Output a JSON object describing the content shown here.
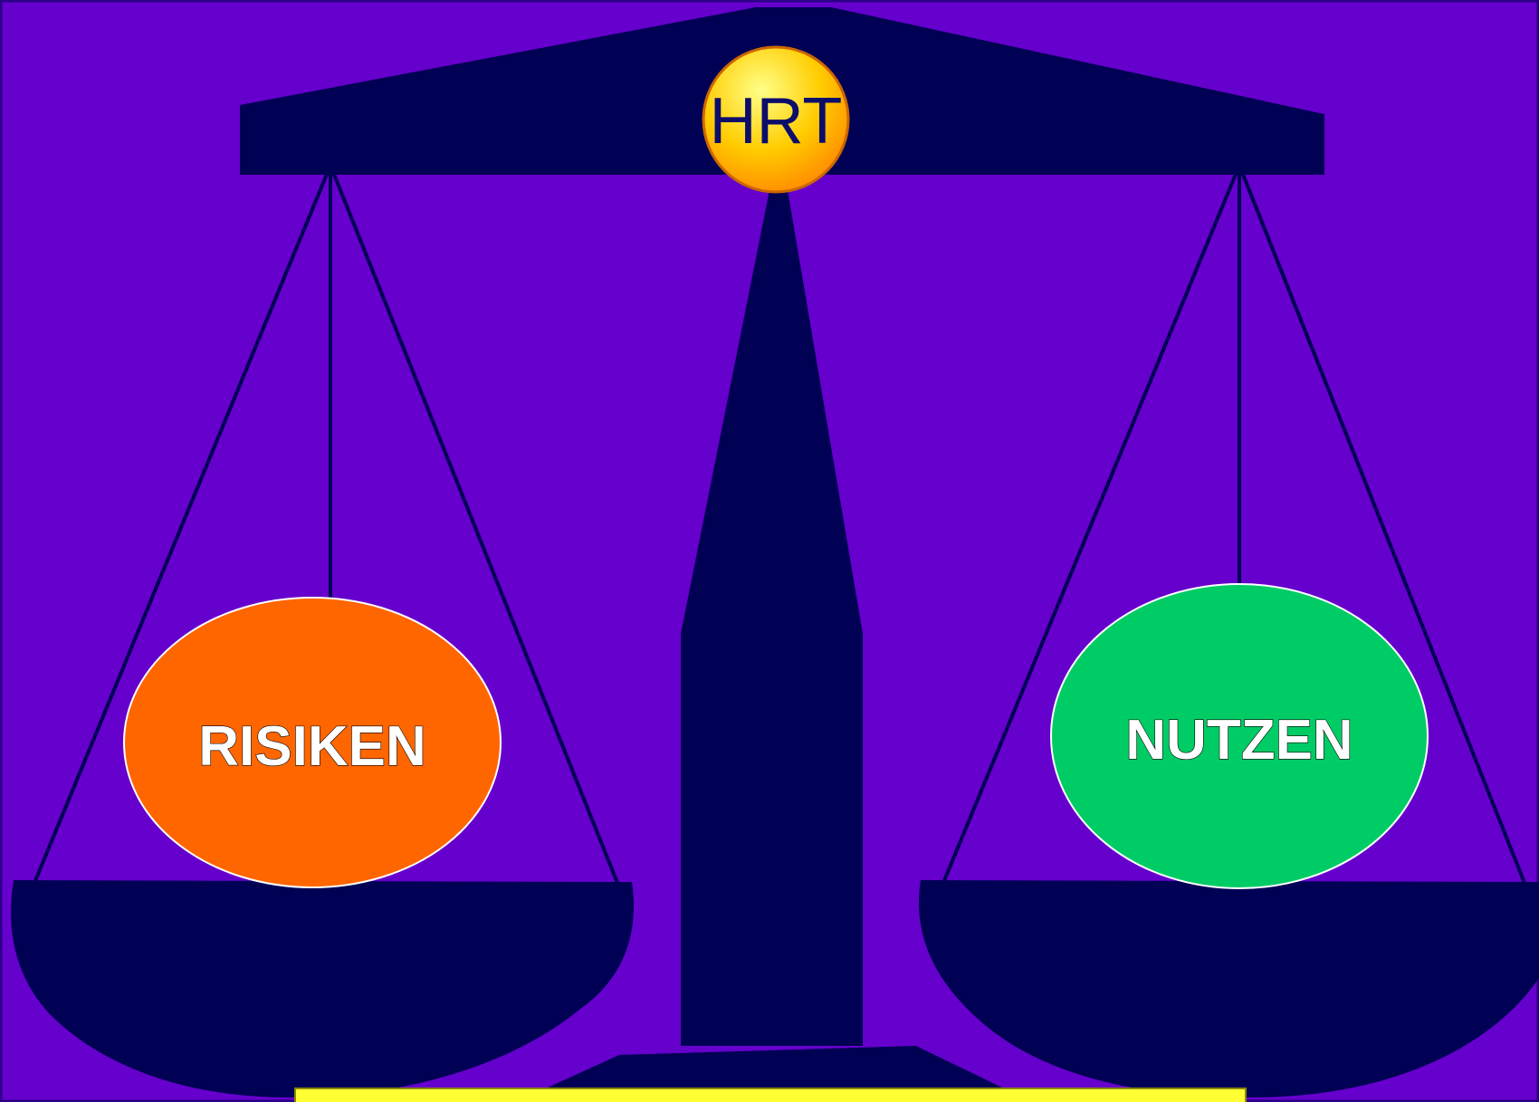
{
  "center_label": "HRT",
  "left_pan": {
    "label": "RISIKEN",
    "color": "#ff6600"
  },
  "right_pan": {
    "label": "NUTZEN",
    "color": "#00cc66"
  },
  "colors": {
    "background": "#6600cc",
    "scale": "#000055",
    "hrt_fill_light": "#ffee55",
    "hrt_fill_dark": "#ff9900",
    "banner": "#ffff33"
  }
}
